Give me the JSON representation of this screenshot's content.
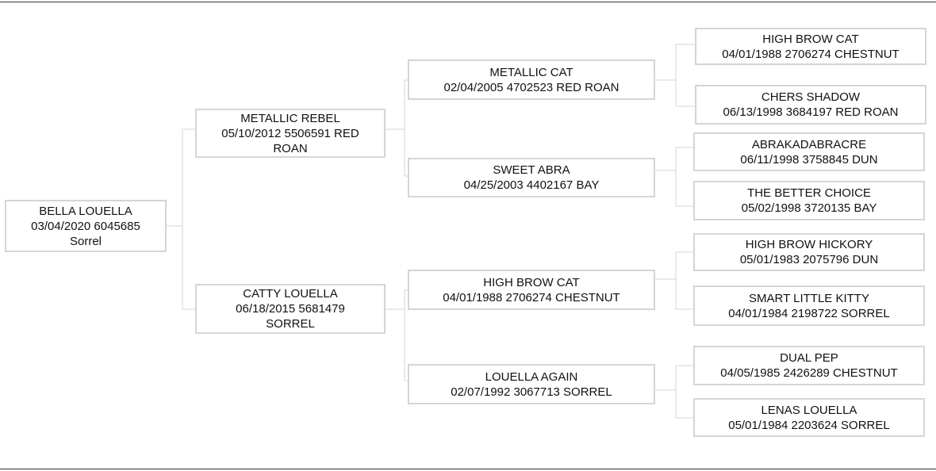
{
  "pedigree": {
    "subject": {
      "name": "BELLA LOUELLA",
      "info": "03/04/2020 6045685",
      "color": "Sorrel"
    },
    "sire": {
      "name": "METALLIC REBEL",
      "info": "05/10/2012 5506591 RED",
      "color": "ROAN"
    },
    "dam": {
      "name": "CATTY LOUELLA",
      "info": "06/18/2015 5681479",
      "color": "SORREL"
    },
    "sire_sire": {
      "name": "METALLIC CAT",
      "info": "02/04/2005 4702523 RED ROAN"
    },
    "sire_dam": {
      "name": "SWEET ABRA",
      "info": "04/25/2003 4402167 BAY"
    },
    "dam_sire": {
      "name": "HIGH BROW CAT",
      "info": "04/01/1988 2706274 CHESTNUT"
    },
    "dam_dam": {
      "name": "LOUELLA AGAIN",
      "info": "02/07/1992 3067713 SORREL"
    },
    "ss_sire": {
      "name": "HIGH BROW CAT",
      "info": "04/01/1988 2706274 CHESTNUT"
    },
    "ss_dam": {
      "name": "CHERS SHADOW",
      "info": "06/13/1998 3684197 RED ROAN"
    },
    "sd_sire": {
      "name": "ABRAKADABRACRE",
      "info": "06/11/1998 3758845 DUN"
    },
    "sd_dam": {
      "name": "THE BETTER CHOICE",
      "info": "05/02/1998 3720135 BAY"
    },
    "ds_sire": {
      "name": "HIGH BROW HICKORY",
      "info": "05/01/1983 2075796 DUN"
    },
    "ds_dam": {
      "name": "SMART LITTLE KITTY",
      "info": "04/01/1984 2198722 SORREL"
    },
    "dd_sire": {
      "name": "DUAL PEP",
      "info": "04/05/1985 2426289 CHESTNUT"
    },
    "dd_dam": {
      "name": "LENAS LOUELLA",
      "info": "05/01/1984 2203624 SORREL"
    }
  }
}
